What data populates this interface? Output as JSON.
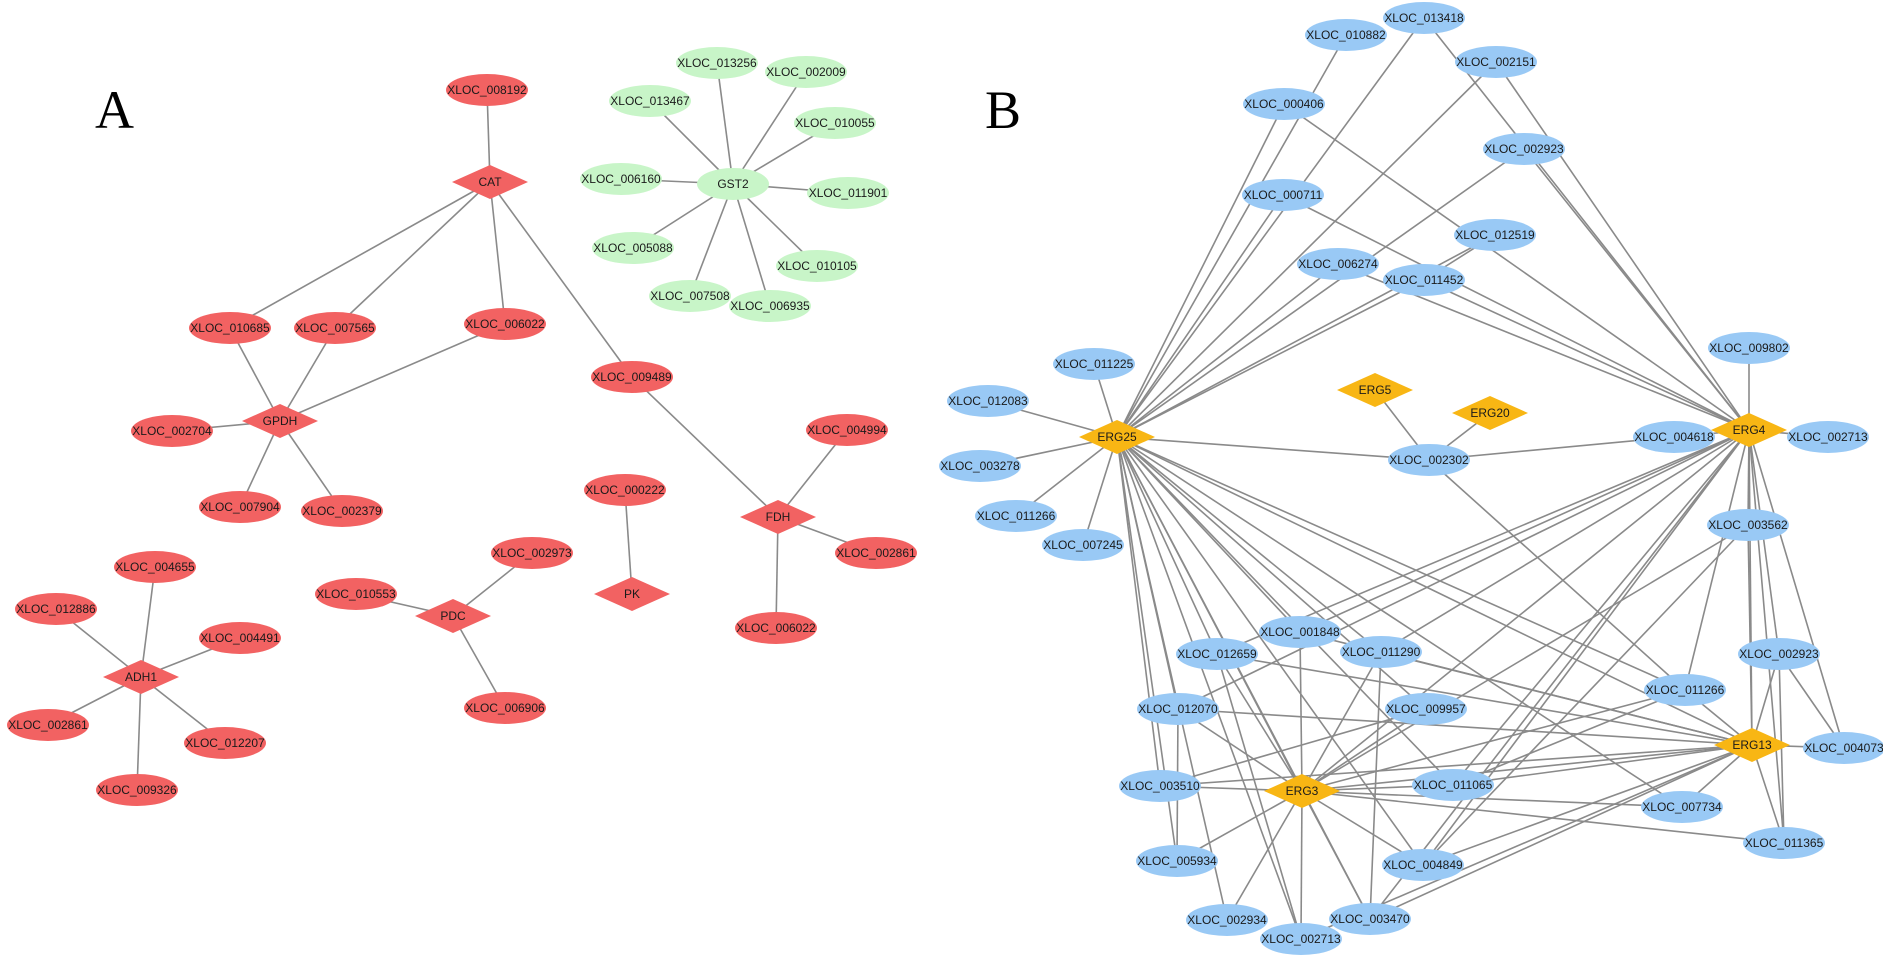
{
  "colors": {
    "red": "#f26262",
    "green": "#c8f5c8",
    "blue": "#99c9f5",
    "gold": "#f8b614",
    "edge": "#8a8a8a"
  },
  "panels": [
    {
      "label": "A"
    },
    {
      "label": "B"
    }
  ],
  "networkA": {
    "hubs": [
      "CAT",
      "GST2",
      "GPDH",
      "FDH",
      "PK",
      "PDC",
      "ADH1"
    ],
    "nodes": [
      {
        "id": "a1",
        "label": "XLOC_008192",
        "shape": "ellipse",
        "color": "red"
      },
      {
        "id": "a2",
        "label": "CAT",
        "shape": "diamond",
        "color": "red"
      },
      {
        "id": "a3",
        "label": "XLOC_010685",
        "shape": "ellipse",
        "color": "red"
      },
      {
        "id": "a4",
        "label": "XLOC_007565",
        "shape": "ellipse",
        "color": "red"
      },
      {
        "id": "a5",
        "label": "XLOC_006022",
        "shape": "ellipse",
        "color": "red"
      },
      {
        "id": "a6",
        "label": "XLOC_009489",
        "shape": "ellipse",
        "color": "red"
      },
      {
        "id": "a7",
        "label": "GPDH",
        "shape": "diamond",
        "color": "red"
      },
      {
        "id": "a8",
        "label": "XLOC_002704",
        "shape": "ellipse",
        "color": "red"
      },
      {
        "id": "a9",
        "label": "XLOC_007904",
        "shape": "ellipse",
        "color": "red"
      },
      {
        "id": "a10",
        "label": "XLOC_002379",
        "shape": "ellipse",
        "color": "red"
      },
      {
        "id": "a11",
        "label": "FDH",
        "shape": "diamond",
        "color": "red"
      },
      {
        "id": "a12",
        "label": "XLOC_004994",
        "shape": "ellipse",
        "color": "red"
      },
      {
        "id": "a13",
        "label": "XLOC_002861",
        "shape": "ellipse",
        "color": "red"
      },
      {
        "id": "a14",
        "label": "XLOC_006022",
        "shape": "ellipse",
        "color": "red"
      },
      {
        "id": "a15",
        "label": "XLOC_000222",
        "shape": "ellipse",
        "color": "red"
      },
      {
        "id": "a16",
        "label": "PK",
        "shape": "diamond",
        "color": "red"
      },
      {
        "id": "a17",
        "label": "XLOC_002973",
        "shape": "ellipse",
        "color": "red"
      },
      {
        "id": "a18",
        "label": "XLOC_010553",
        "shape": "ellipse",
        "color": "red"
      },
      {
        "id": "a19",
        "label": "PDC",
        "shape": "diamond",
        "color": "red"
      },
      {
        "id": "a20",
        "label": "XLOC_006906",
        "shape": "ellipse",
        "color": "red"
      },
      {
        "id": "a21",
        "label": "XLOC_004655",
        "shape": "ellipse",
        "color": "red"
      },
      {
        "id": "a22",
        "label": "XLOC_012886",
        "shape": "ellipse",
        "color": "red"
      },
      {
        "id": "a23",
        "label": "XLOC_004491",
        "shape": "ellipse",
        "color": "red"
      },
      {
        "id": "a24",
        "label": "ADH1",
        "shape": "diamond",
        "color": "red"
      },
      {
        "id": "a25",
        "label": "XLOC_002861",
        "shape": "ellipse",
        "color": "red"
      },
      {
        "id": "a26",
        "label": "XLOC_012207",
        "shape": "ellipse",
        "color": "red"
      },
      {
        "id": "a27",
        "label": "XLOC_009326",
        "shape": "ellipse",
        "color": "red"
      },
      {
        "id": "g1",
        "label": "XLOC_013256",
        "shape": "ellipse",
        "color": "green"
      },
      {
        "id": "g2",
        "label": "XLOC_002009",
        "shape": "ellipse",
        "color": "green"
      },
      {
        "id": "g3",
        "label": "XLOC_013467",
        "shape": "ellipse",
        "color": "green"
      },
      {
        "id": "g4",
        "label": "XLOC_010055",
        "shape": "ellipse",
        "color": "green"
      },
      {
        "id": "g5",
        "label": "XLOC_006160",
        "shape": "ellipse",
        "color": "green"
      },
      {
        "id": "g6",
        "label": "GST2",
        "shape": "ellipse",
        "color": "green"
      },
      {
        "id": "g7",
        "label": "XLOC_011901",
        "shape": "ellipse",
        "color": "green"
      },
      {
        "id": "g8",
        "label": "XLOC_005088",
        "shape": "ellipse",
        "color": "green"
      },
      {
        "id": "g9",
        "label": "XLOC_010105",
        "shape": "ellipse",
        "color": "green"
      },
      {
        "id": "g10",
        "label": "XLOC_007508",
        "shape": "ellipse",
        "color": "green"
      },
      {
        "id": "g11",
        "label": "XLOC_006935",
        "shape": "ellipse",
        "color": "green"
      }
    ],
    "edges": [
      [
        "a1",
        "a2"
      ],
      [
        "a2",
        "a3"
      ],
      [
        "a2",
        "a4"
      ],
      [
        "a2",
        "a5"
      ],
      [
        "a2",
        "a6"
      ],
      [
        "a3",
        "a7"
      ],
      [
        "a4",
        "a7"
      ],
      [
        "a5",
        "a7"
      ],
      [
        "a7",
        "a8"
      ],
      [
        "a7",
        "a9"
      ],
      [
        "a7",
        "a10"
      ],
      [
        "a6",
        "a11"
      ],
      [
        "a11",
        "a12"
      ],
      [
        "a11",
        "a13"
      ],
      [
        "a11",
        "a14"
      ],
      [
        "a15",
        "a16"
      ],
      [
        "a17",
        "a19"
      ],
      [
        "a18",
        "a19"
      ],
      [
        "a19",
        "a20"
      ],
      [
        "a21",
        "a24"
      ],
      [
        "a22",
        "a24"
      ],
      [
        "a23",
        "a24"
      ],
      [
        "a24",
        "a25"
      ],
      [
        "a24",
        "a26"
      ],
      [
        "a24",
        "a27"
      ],
      [
        "g6",
        "g1"
      ],
      [
        "g6",
        "g2"
      ],
      [
        "g6",
        "g3"
      ],
      [
        "g6",
        "g4"
      ],
      [
        "g6",
        "g5"
      ],
      [
        "g6",
        "g7"
      ],
      [
        "g6",
        "g8"
      ],
      [
        "g6",
        "g9"
      ],
      [
        "g6",
        "g10"
      ],
      [
        "g6",
        "g11"
      ]
    ]
  },
  "networkB": {
    "nodes": [
      {
        "id": "b1",
        "label": "XLOC_013418",
        "shape": "ellipse",
        "color": "blue"
      },
      {
        "id": "b2",
        "label": "XLOC_010882",
        "shape": "ellipse",
        "color": "blue"
      },
      {
        "id": "b3",
        "label": "XLOC_002151",
        "shape": "ellipse",
        "color": "blue"
      },
      {
        "id": "b4",
        "label": "XLOC_000406",
        "shape": "ellipse",
        "color": "blue"
      },
      {
        "id": "b5",
        "label": "XLOC_002923",
        "shape": "ellipse",
        "color": "blue"
      },
      {
        "id": "b6",
        "label": "XLOC_000711",
        "shape": "ellipse",
        "color": "blue"
      },
      {
        "id": "b7",
        "label": "XLOC_012519",
        "shape": "ellipse",
        "color": "blue"
      },
      {
        "id": "b8",
        "label": "XLOC_006274",
        "shape": "ellipse",
        "color": "blue"
      },
      {
        "id": "b9",
        "label": "XLOC_011452",
        "shape": "ellipse",
        "color": "blue"
      },
      {
        "id": "b10",
        "label": "XLOC_009802",
        "shape": "ellipse",
        "color": "blue"
      },
      {
        "id": "b11",
        "label": "XLOC_011225",
        "shape": "ellipse",
        "color": "blue"
      },
      {
        "id": "b12",
        "label": "ERG5",
        "shape": "diamond",
        "color": "gold"
      },
      {
        "id": "b13",
        "label": "ERG20",
        "shape": "diamond",
        "color": "gold"
      },
      {
        "id": "b14",
        "label": "XLOC_012083",
        "shape": "ellipse",
        "color": "blue"
      },
      {
        "id": "b15",
        "label": "ERG25",
        "shape": "diamond",
        "color": "gold"
      },
      {
        "id": "b16",
        "label": "XLOC_004618",
        "shape": "ellipse",
        "color": "blue"
      },
      {
        "id": "b17",
        "label": "ERG4",
        "shape": "diamond",
        "color": "gold"
      },
      {
        "id": "b18",
        "label": "XLOC_002713",
        "shape": "ellipse",
        "color": "blue"
      },
      {
        "id": "b19",
        "label": "XLOC_003278",
        "shape": "ellipse",
        "color": "blue"
      },
      {
        "id": "b20",
        "label": "XLOC_002302",
        "shape": "ellipse",
        "color": "blue"
      },
      {
        "id": "b21",
        "label": "XLOC_011266",
        "shape": "ellipse",
        "color": "blue"
      },
      {
        "id": "b22",
        "label": "XLOC_007245",
        "shape": "ellipse",
        "color": "blue"
      },
      {
        "id": "b23",
        "label": "XLOC_003562",
        "shape": "ellipse",
        "color": "blue"
      },
      {
        "id": "b24",
        "label": "XLOC_001848",
        "shape": "ellipse",
        "color": "blue"
      },
      {
        "id": "b25",
        "label": "XLOC_012659",
        "shape": "ellipse",
        "color": "blue"
      },
      {
        "id": "b26",
        "label": "XLOC_011290",
        "shape": "ellipse",
        "color": "blue"
      },
      {
        "id": "b27",
        "label": "XLOC_002923",
        "shape": "ellipse",
        "color": "blue"
      },
      {
        "id": "b28",
        "label": "XLOC_011266",
        "shape": "ellipse",
        "color": "blue"
      },
      {
        "id": "b29",
        "label": "XLOC_012070",
        "shape": "ellipse",
        "color": "blue"
      },
      {
        "id": "b30",
        "label": "XLOC_009957",
        "shape": "ellipse",
        "color": "blue"
      },
      {
        "id": "b31",
        "label": "ERG13",
        "shape": "diamond",
        "color": "gold"
      },
      {
        "id": "b32",
        "label": "XLOC_004073",
        "shape": "ellipse",
        "color": "blue"
      },
      {
        "id": "b33",
        "label": "XLOC_003510",
        "shape": "ellipse",
        "color": "blue"
      },
      {
        "id": "b34",
        "label": "ERG3",
        "shape": "diamond",
        "color": "gold"
      },
      {
        "id": "b35",
        "label": "XLOC_011065",
        "shape": "ellipse",
        "color": "blue"
      },
      {
        "id": "b36",
        "label": "XLOC_007734",
        "shape": "ellipse",
        "color": "blue"
      },
      {
        "id": "b37",
        "label": "XLOC_011365",
        "shape": "ellipse",
        "color": "blue"
      },
      {
        "id": "b38",
        "label": "XLOC_005934",
        "shape": "ellipse",
        "color": "blue"
      },
      {
        "id": "b39",
        "label": "XLOC_004849",
        "shape": "ellipse",
        "color": "blue"
      },
      {
        "id": "b40",
        "label": "XLOC_002934",
        "shape": "ellipse",
        "color": "blue"
      },
      {
        "id": "b41",
        "label": "XLOC_003470",
        "shape": "ellipse",
        "color": "blue"
      },
      {
        "id": "b42",
        "label": "XLOC_002713",
        "shape": "ellipse",
        "color": "blue"
      }
    ],
    "edges": [
      [
        "b15",
        "b1"
      ],
      [
        "b15",
        "b2"
      ],
      [
        "b15",
        "b3"
      ],
      [
        "b15",
        "b4"
      ],
      [
        "b15",
        "b5"
      ],
      [
        "b15",
        "b6"
      ],
      [
        "b15",
        "b7"
      ],
      [
        "b15",
        "b8"
      ],
      [
        "b15",
        "b9"
      ],
      [
        "b15",
        "b11"
      ],
      [
        "b15",
        "b14"
      ],
      [
        "b15",
        "b19"
      ],
      [
        "b15",
        "b21"
      ],
      [
        "b15",
        "b22"
      ],
      [
        "b15",
        "b20"
      ],
      [
        "b15",
        "b24"
      ],
      [
        "b15",
        "b25"
      ],
      [
        "b15",
        "b26"
      ],
      [
        "b15",
        "b29"
      ],
      [
        "b15",
        "b30"
      ],
      [
        "b15",
        "b33"
      ],
      [
        "b15",
        "b35"
      ],
      [
        "b15",
        "b38"
      ],
      [
        "b15",
        "b39"
      ],
      [
        "b15",
        "b40"
      ],
      [
        "b15",
        "b41"
      ],
      [
        "b15",
        "b42"
      ],
      [
        "b15",
        "b31"
      ],
      [
        "b15",
        "b34"
      ],
      [
        "b15",
        "b36"
      ],
      [
        "b15",
        "b28"
      ],
      [
        "b17",
        "b1"
      ],
      [
        "b17",
        "b3"
      ],
      [
        "b17",
        "b4"
      ],
      [
        "b17",
        "b5"
      ],
      [
        "b17",
        "b6"
      ],
      [
        "b17",
        "b8"
      ],
      [
        "b17",
        "b9"
      ],
      [
        "b17",
        "b10"
      ],
      [
        "b17",
        "b16"
      ],
      [
        "b17",
        "b18"
      ],
      [
        "b17",
        "b23"
      ],
      [
        "b17",
        "b24"
      ],
      [
        "b17",
        "b26"
      ],
      [
        "b17",
        "b27"
      ],
      [
        "b17",
        "b28"
      ],
      [
        "b17",
        "b29"
      ],
      [
        "b17",
        "b32"
      ],
      [
        "b17",
        "b34"
      ],
      [
        "b17",
        "b35"
      ],
      [
        "b17",
        "b39"
      ],
      [
        "b17",
        "b41"
      ],
      [
        "b17",
        "b31"
      ],
      [
        "b17",
        "b25"
      ],
      [
        "b17",
        "b37"
      ],
      [
        "b12",
        "b20"
      ],
      [
        "b13",
        "b20"
      ],
      [
        "b16",
        "b20"
      ],
      [
        "b20",
        "b28"
      ],
      [
        "b9",
        "b7"
      ],
      [
        "b31",
        "b24"
      ],
      [
        "b31",
        "b25"
      ],
      [
        "b31",
        "b26"
      ],
      [
        "b31",
        "b27"
      ],
      [
        "b31",
        "b28"
      ],
      [
        "b31",
        "b29"
      ],
      [
        "b31",
        "b32"
      ],
      [
        "b31",
        "b33"
      ],
      [
        "b31",
        "b34"
      ],
      [
        "b31",
        "b35"
      ],
      [
        "b31",
        "b36"
      ],
      [
        "b31",
        "b37"
      ],
      [
        "b31",
        "b39"
      ],
      [
        "b31",
        "b41"
      ],
      [
        "b31",
        "b42"
      ],
      [
        "b31",
        "b23"
      ],
      [
        "b34",
        "b24"
      ],
      [
        "b34",
        "b25"
      ],
      [
        "b34",
        "b26"
      ],
      [
        "b34",
        "b28"
      ],
      [
        "b34",
        "b29"
      ],
      [
        "b34",
        "b30"
      ],
      [
        "b34",
        "b33"
      ],
      [
        "b34",
        "b35"
      ],
      [
        "b34",
        "b36"
      ],
      [
        "b34",
        "b37"
      ],
      [
        "b34",
        "b38"
      ],
      [
        "b34",
        "b39"
      ],
      [
        "b34",
        "b40"
      ],
      [
        "b34",
        "b41"
      ],
      [
        "b34",
        "b42"
      ],
      [
        "b34",
        "b23"
      ],
      [
        "b23",
        "b39"
      ],
      [
        "b27",
        "b37"
      ],
      [
        "b27",
        "b32"
      ],
      [
        "b28",
        "b35"
      ],
      [
        "b29",
        "b38"
      ],
      [
        "b33",
        "b30"
      ],
      [
        "b25",
        "b42"
      ],
      [
        "b26",
        "b41"
      ]
    ]
  }
}
